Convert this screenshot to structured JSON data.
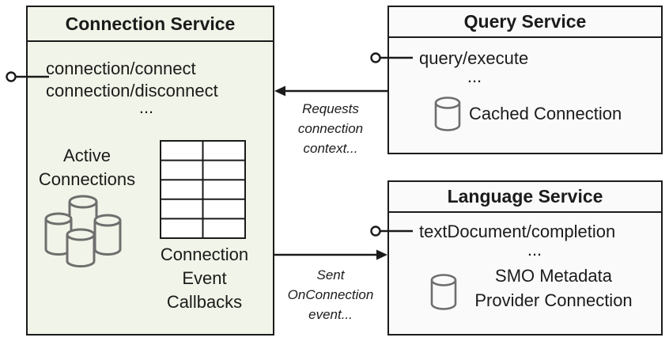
{
  "colors": {
    "connection_box_fill": "#f1f4e8",
    "service_box_fill": "#fafafa",
    "border": "#1b1b1b",
    "text": "#1b1b1b",
    "icon_stroke": "#6e6e6e"
  },
  "connection_service": {
    "title": "Connection Service",
    "methods": [
      "connection/connect",
      "connection/disconnect"
    ],
    "ellipsis": "...",
    "active_connections": [
      "Active",
      "Connections"
    ],
    "event_callbacks": [
      "Connection",
      "Event",
      "Callbacks"
    ]
  },
  "query_service": {
    "title": "Query Service",
    "method": "query/execute",
    "ellipsis": "...",
    "cache_label": "Cached Connection"
  },
  "language_service": {
    "title": "Language Service",
    "method": "textDocument/completion",
    "ellipsis": "...",
    "provider_label": [
      "SMO Metadata",
      "Provider Connection"
    ]
  },
  "annotations": {
    "requests_label": [
      "Requests",
      "connection",
      "context..."
    ],
    "sent_label": [
      "Sent",
      "OnConnection",
      "event..."
    ]
  }
}
